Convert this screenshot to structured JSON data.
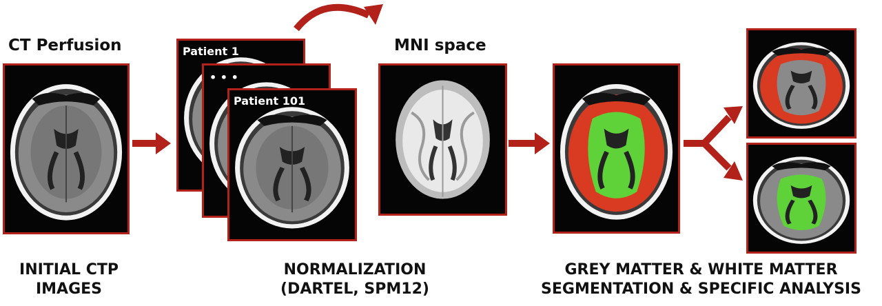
{
  "labels": {
    "ct_perfusion": "CT Perfusion",
    "mni_space": "MNI space"
  },
  "stack": {
    "patient_first": "Patient 1",
    "ellipsis": "• • •",
    "patient_last": "Patient 101"
  },
  "captions": {
    "initial_line1": "INITIAL CTP",
    "initial_line2": "IMAGES",
    "norm_line1": "NORMALIZATION",
    "norm_line2": "(DARTEL, SPM12)",
    "seg_line1": "GREY MATTER & WHITE MATTER",
    "seg_line2": "SEGMENTATION & SPECIFIC ANALYSIS"
  },
  "colors": {
    "accent_red": "#b3211b",
    "grey_matter": "#d83a22",
    "white_matter": "#5fd23a"
  }
}
